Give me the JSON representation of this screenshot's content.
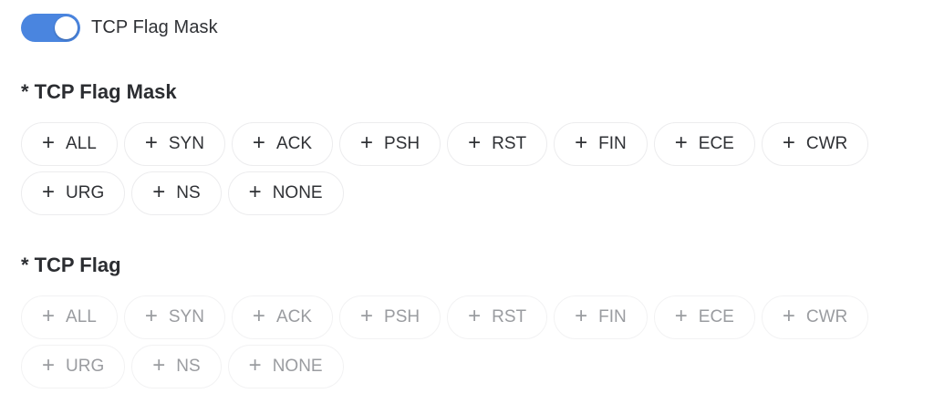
{
  "toggle": {
    "label": "TCP Flag Mask",
    "checked": true,
    "color": "#4a85df"
  },
  "sections": [
    {
      "required_marker": "*",
      "title": "TCP Flag Mask",
      "enabled": true,
      "plus_icon": "+",
      "options": [
        "ALL",
        "SYN",
        "ACK",
        "PSH",
        "RST",
        "FIN",
        "ECE",
        "CWR",
        "URG",
        "NS",
        "NONE"
      ]
    },
    {
      "required_marker": "*",
      "title": "TCP Flag",
      "enabled": false,
      "plus_icon": "+",
      "options": [
        "ALL",
        "SYN",
        "ACK",
        "PSH",
        "RST",
        "FIN",
        "ECE",
        "CWR",
        "URG",
        "NS",
        "NONE"
      ]
    }
  ],
  "colors": {
    "text_enabled": "#2f3135",
    "text_disabled": "#9a9ca0",
    "pill_border": "#ececee"
  }
}
